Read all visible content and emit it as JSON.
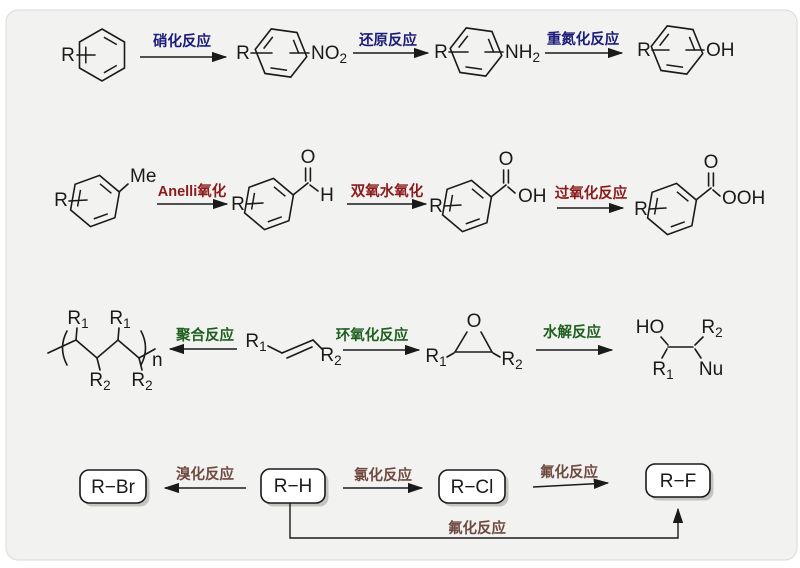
{
  "page": {
    "background": "#ffffff",
    "panel_background": "#f2f2f0",
    "panel_border": "#dadad8"
  },
  "colors": {
    "row1_accent": "#1b1b78",
    "row2_accent": "#8b1a1a",
    "row3_accent": "#1e5e1e",
    "row4_accent": "#6f4a40",
    "structure": "#1a1a1a"
  },
  "row1": {
    "r": "R",
    "nitration_label": "硝化反应",
    "no2": {
      "main": "NO",
      "sub": "2"
    },
    "reduction_label": "还原反应",
    "nh2": {
      "main": "NH",
      "sub": "2"
    },
    "diazotization_label": "重氮化反应",
    "oh": "OH"
  },
  "row2": {
    "r": "R",
    "me": "Me",
    "anelli_oxidation_label": "Anelli氧化",
    "o": "O",
    "h": "H",
    "h2o2_oxidation_label": "双氧水氧化",
    "oh": "OH",
    "peroxidation_label": "过氧化反应",
    "ooh": "OOH"
  },
  "row3": {
    "polymerization_label": "聚合反应",
    "epoxidation_label": "环氧化反应",
    "hydrolysis_label": "水解反应",
    "r1": {
      "main": "R",
      "sub": "1"
    },
    "r2": {
      "main": "R",
      "sub": "2"
    },
    "n": "n",
    "o": "O",
    "ho": "HO",
    "nu": "Nu"
  },
  "row4": {
    "bromination_label": "溴化反应",
    "chlorination_label": "氯化反应",
    "fluorination_label": "氟化反应",
    "fluorination_bottom_label": "氟化反应",
    "r_br": "R−Br",
    "r_h": "R−H",
    "r_cl": "R−Cl",
    "r_f": "R−F"
  }
}
